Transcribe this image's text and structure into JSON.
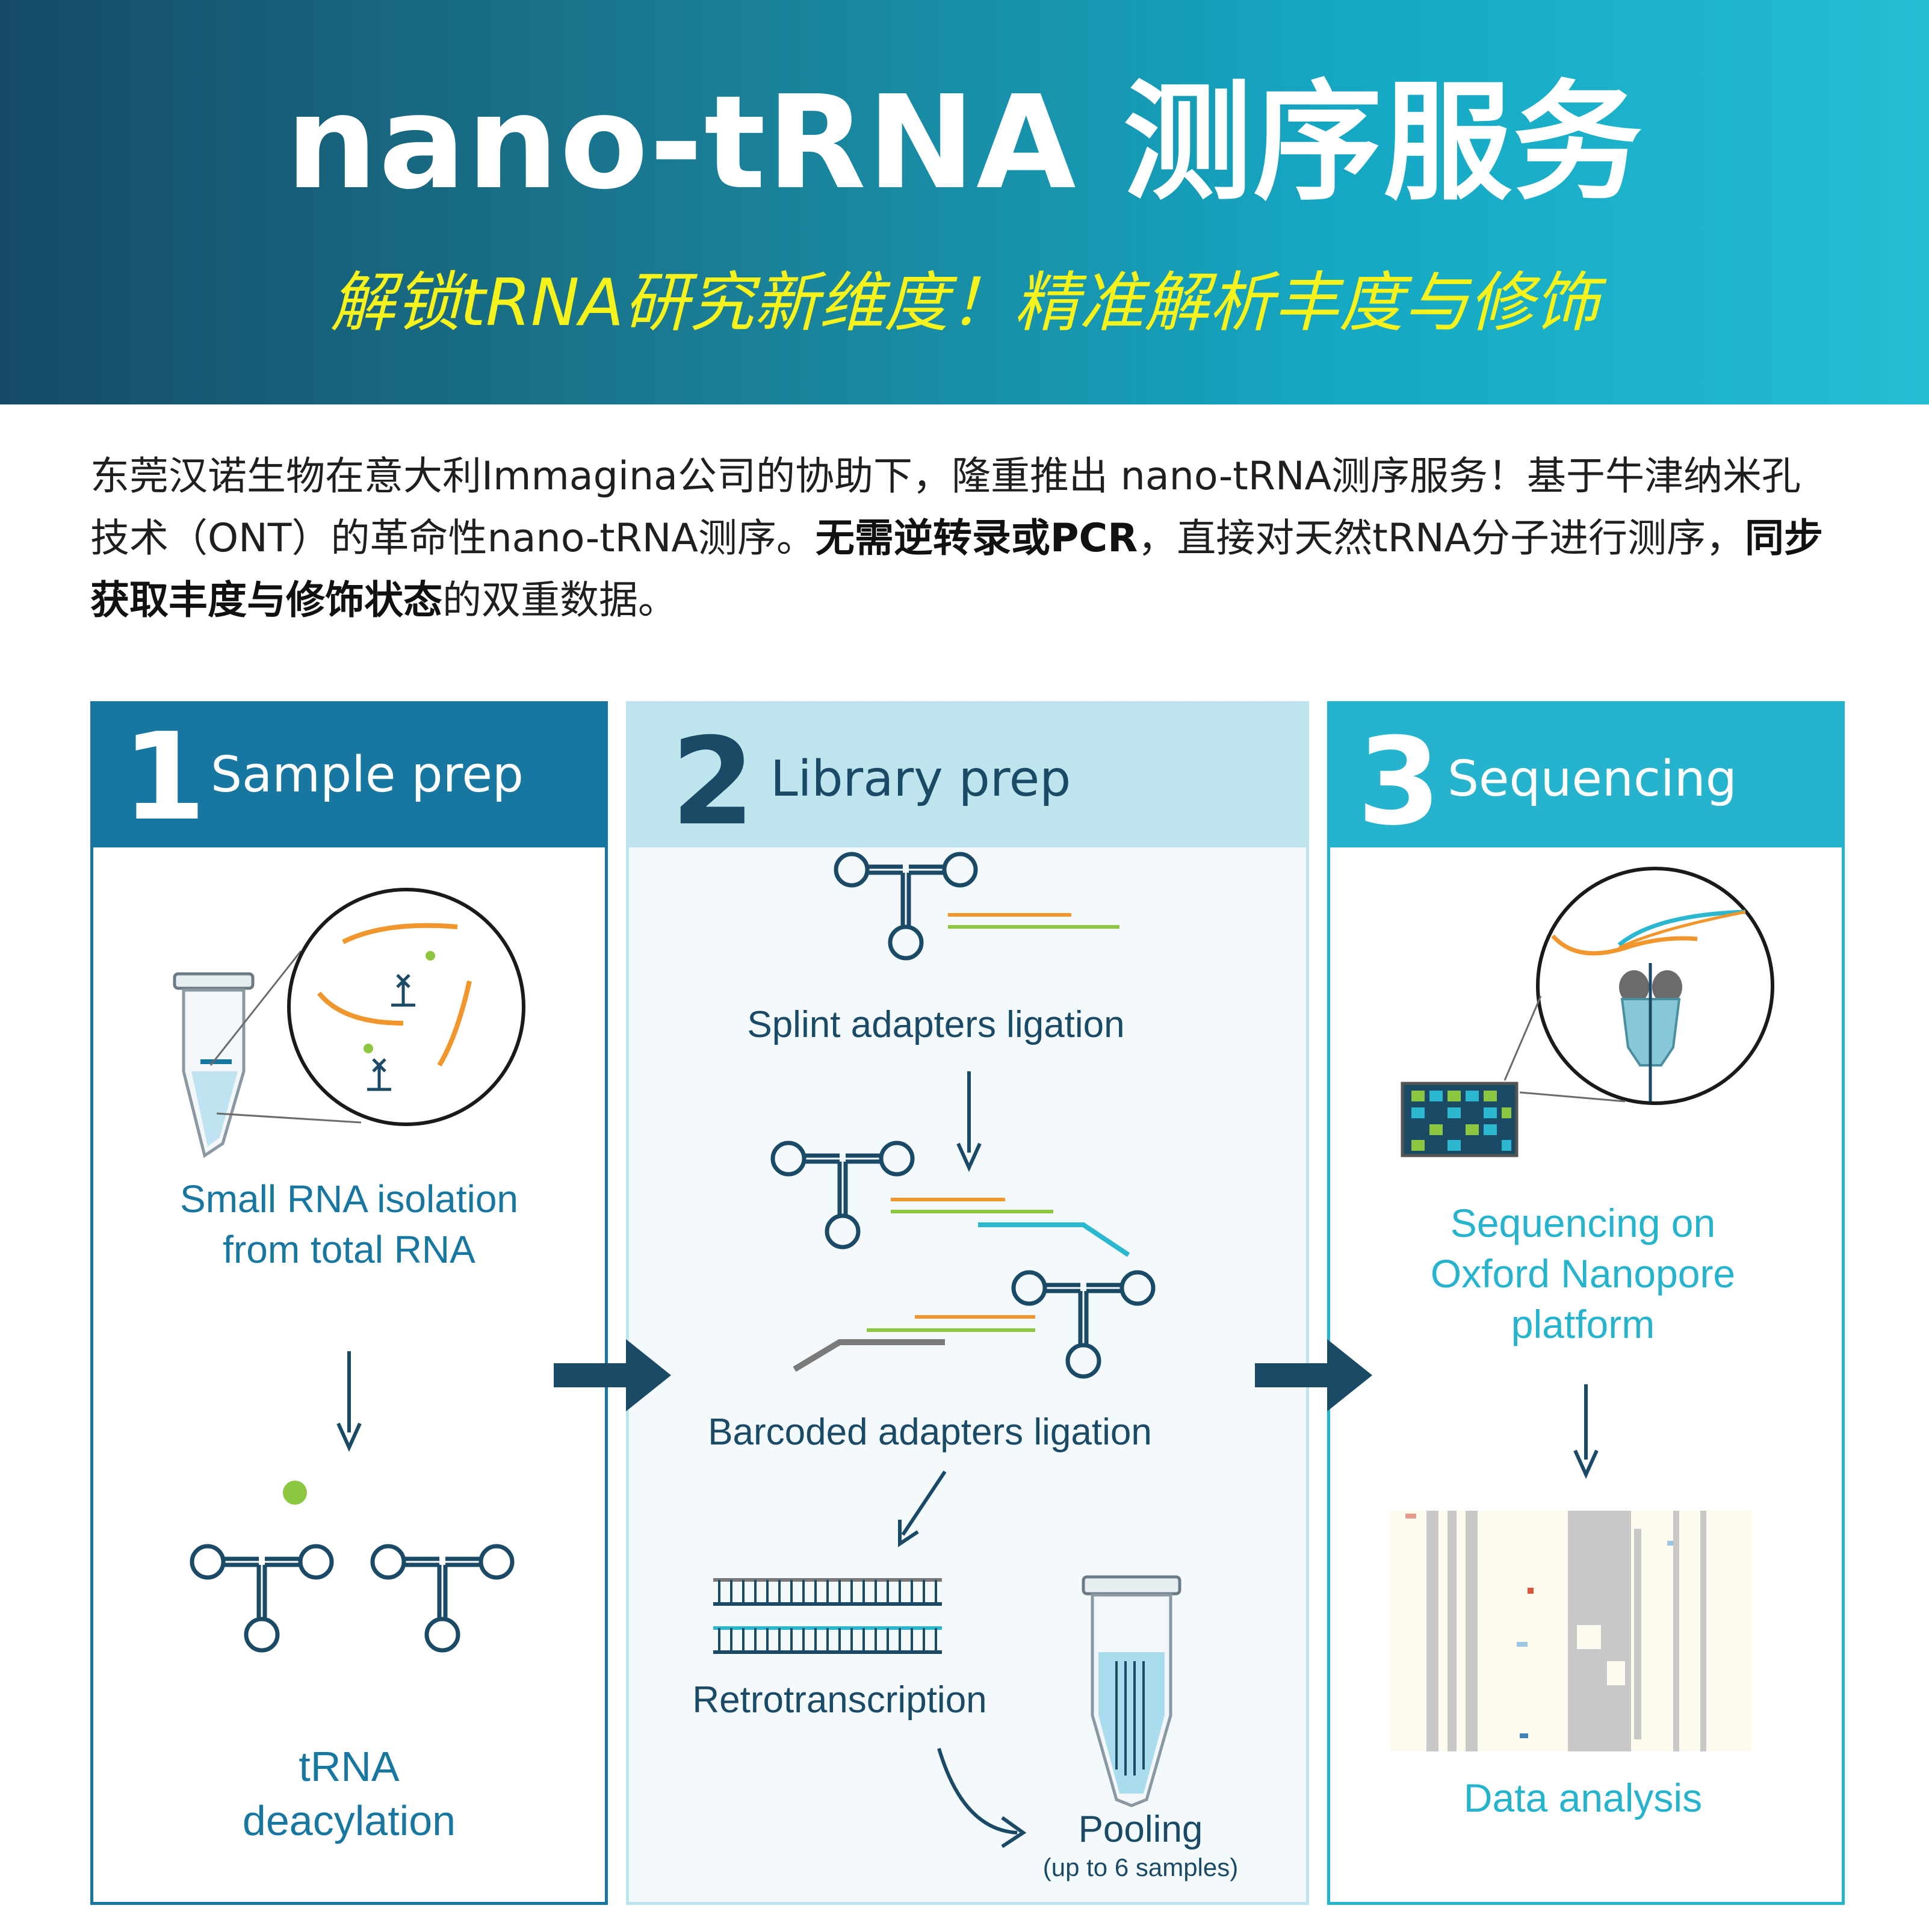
{
  "header": {
    "title": "nano-tRNA 测序服务",
    "subtitle": "解锁tRNA研究新维度！精准解析丰度与修饰"
  },
  "intro": {
    "part1": "东莞汉诺生物在意大利Immagina公司的协助下，隆重推出 nano-tRNA测序服务！基于牛津纳米孔技术（ONT）的革命性nano-tRNA测序。",
    "bold1": "无需逆转录或PCR",
    "part2": "，直接对天然tRNA分子进行测序，",
    "bold2": "同步获取丰度与修饰状态",
    "part3": "的双重数据。"
  },
  "stages": [
    {
      "number": "1",
      "label": "Sample prep",
      "steps": [
        "Small RNA isolation from total RNA",
        "tRNA deacylation"
      ]
    },
    {
      "number": "2",
      "label": "Library prep",
      "steps": [
        "Splint adapters ligation",
        "Barcoded adapters ligation",
        "Retrotranscription"
      ],
      "pooling": {
        "label": "Pooling",
        "note": "(up to 6 samples)"
      }
    },
    {
      "number": "3",
      "label": "Sequencing",
      "steps": [
        "Sequencing on Oxford Nanopore platform",
        "Data analysis"
      ]
    }
  ],
  "colors": {
    "stage1": "#1877a0",
    "stage2_head": "#bee4ee",
    "stage2_body": "#f4fafc",
    "stage3": "#26b3cd",
    "navy": "#1b4a66",
    "orange": "#f0962c",
    "green": "#8dc63f",
    "cyan": "#2ab7cf",
    "yellow": "#f6f21c"
  }
}
